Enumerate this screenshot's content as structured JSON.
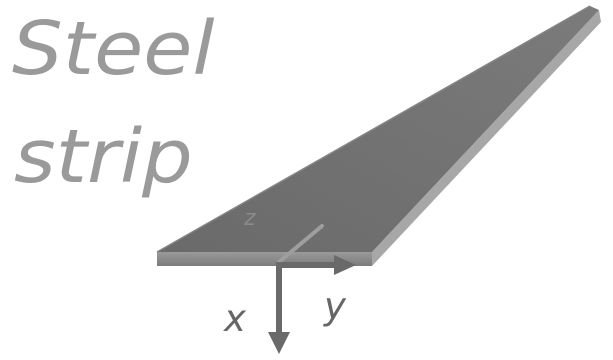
{
  "diagram": {
    "title_lines": [
      "Steel",
      "strip"
    ],
    "axis_labels": {
      "x": "x",
      "y": "y",
      "z": "z"
    },
    "colors": {
      "background": "#ffffff",
      "title_text": "#9a9a9a",
      "strip_top": "#6f6f6f",
      "strip_front": "#8c8c8c",
      "strip_side": "#a3a3a3",
      "axis": "#666666"
    }
  }
}
